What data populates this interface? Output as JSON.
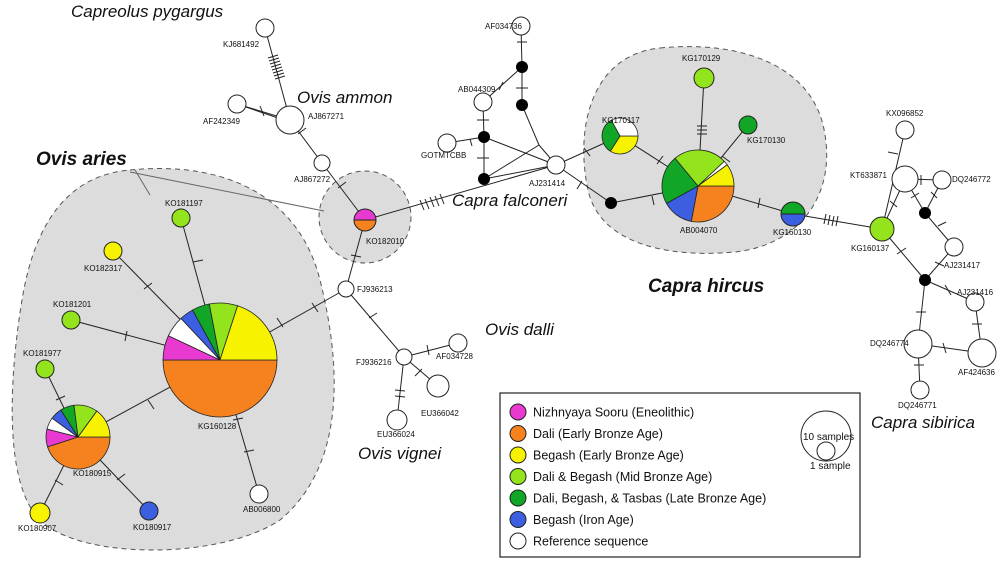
{
  "colors": {
    "eneolithic": "#e83ad1",
    "early_bronze_dali": "#f5821f",
    "early_bronze_begash": "#f7f300",
    "mid_bronze": "#93e41c",
    "late_bronze": "#12a626",
    "iron": "#3b5fe0",
    "reference": "#ffffff",
    "median_vector": "#000000",
    "cluster_fill": "#dcdcdc"
  },
  "taxa": {
    "capreolus_pygargus": "Capreolus pygargus",
    "ovis_ammon": "Ovis ammon",
    "ovis_aries": "Ovis aries",
    "capra_falconeri": "Capra falconeri",
    "capra_hircus": "Capra hircus",
    "capra_sibirica": "Capra sibirica",
    "ovis_dalli": "Ovis dalli",
    "ovis_vignei": "Ovis vignei"
  },
  "sample_labels": {
    "KJ681492": "KJ681492",
    "AF242349": "AF242349",
    "AJ867271": "AJ867271",
    "AJ867272": "AJ867272",
    "KO182010": "KO182010",
    "FJ936213": "FJ936213",
    "FJ936216": "FJ936216",
    "AF034728": "AF034728",
    "EU366024": "EU366024",
    "EU366042": "EU366042",
    "KO181197": "KO181197",
    "KO182317": "KO182317",
    "KO181201": "KO181201",
    "KO181977": "KO181977",
    "KG160128": "KG160128",
    "KO180915": "KO180915",
    "KO180907": "KO180907",
    "KO180917": "KO180917",
    "AB006800": "AB006800",
    "AF034736": "AF034736",
    "AB044309": "AB044309",
    "GOTMTCBB": "GOTMTCBB",
    "AJ231414": "AJ231414",
    "KG170129": "KG170129",
    "KG170117": "KG170117",
    "KG170130": "KG170130",
    "AB004070": "AB004070",
    "KG160130": "KG160130",
    "KX096852": "KX096852",
    "KT633871": "KT633871",
    "DQ246772": "DQ246772",
    "KG160137": "KG160137",
    "AJ231417": "AJ231417",
    "AJ231416": "AJ231416",
    "DQ246774": "DQ246774",
    "AF424636": "AF424636",
    "DQ246771": "DQ246771"
  },
  "legend": {
    "items": [
      {
        "label": "Nizhnyaya Sooru (Eneolithic)",
        "color": "#e83ad1"
      },
      {
        "label": "Dali (Early Bronze Age)",
        "color": "#f5821f"
      },
      {
        "label": "Begash (Early Bronze Age)",
        "color": "#f7f300"
      },
      {
        "label": "Dali & Begash (Mid Bronze Age)",
        "color": "#93e41c"
      },
      {
        "label": "Dali, Begash, & Tasbas (Late Bronze Age)",
        "color": "#12a626"
      },
      {
        "label": "Begash (Iron Age)",
        "color": "#3b5fe0"
      },
      {
        "label": "Reference sequence",
        "color": "#ffffff"
      }
    ],
    "size_large": "10 samples",
    "size_small": "1 sample"
  },
  "pies": {
    "KG160128": [
      {
        "color": "#f5821f",
        "frac": 0.5
      },
      {
        "color": "#e83ad1",
        "frac": 0.07
      },
      {
        "color": "#ffffff",
        "frac": 0.06
      },
      {
        "color": "#3b5fe0",
        "frac": 0.04
      },
      {
        "color": "#12a626",
        "frac": 0.05
      },
      {
        "color": "#93e41c",
        "frac": 0.08
      },
      {
        "color": "#f7f300",
        "frac": 0.2
      }
    ],
    "KO180915": [
      {
        "color": "#f5821f",
        "frac": 0.45
      },
      {
        "color": "#e83ad1",
        "frac": 0.09
      },
      {
        "color": "#ffffff",
        "frac": 0.06
      },
      {
        "color": "#3b5fe0",
        "frac": 0.06
      },
      {
        "color": "#12a626",
        "frac": 0.07
      },
      {
        "color": "#93e41c",
        "frac": 0.12
      },
      {
        "color": "#f7f300",
        "frac": 0.15
      }
    ],
    "AB004070": [
      {
        "color": "#f5821f",
        "frac": 0.28
      },
      {
        "color": "#3b5fe0",
        "frac": 0.14
      },
      {
        "color": "#12a626",
        "frac": 0.22
      },
      {
        "color": "#93e41c",
        "frac": 0.24
      },
      {
        "color": "#ffffff",
        "frac": 0.02
      },
      {
        "color": "#f7f300",
        "frac": 0.1
      }
    ],
    "KG170117": [
      {
        "color": "#f7f300",
        "frac": 0.34
      },
      {
        "color": "#12a626",
        "frac": 0.33
      },
      {
        "color": "#ffffff",
        "frac": 0.33
      }
    ]
  }
}
